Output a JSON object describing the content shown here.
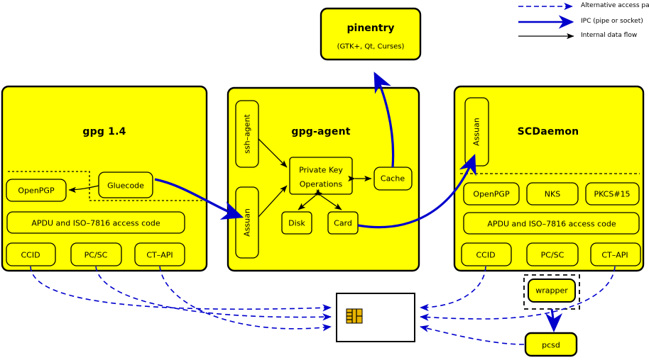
{
  "meta": {
    "title": "GnuPG smartcard access architecture",
    "colors": {
      "fill": "#ffff00",
      "stroke": "#000000",
      "ipc": "#0000cc",
      "alt_path": "#0000cc",
      "card_body": "#ffffff",
      "chip": "#e8b400"
    }
  },
  "legend": {
    "items": [
      {
        "id": "alt",
        "label": "Alternative access paths",
        "style": "dashed-blue-arrow"
      },
      {
        "id": "ipc",
        "label": "IPC (pipe or socket)",
        "style": "solid-blue-thick-arrow"
      },
      {
        "id": "flow",
        "label": "Internal data flow",
        "style": "solid-black-arrow"
      }
    ]
  },
  "pinentry": {
    "title": "pinentry",
    "subtitle": "(GTK+, Qt, Curses)"
  },
  "gpg": {
    "title": "gpg 1.4",
    "gluecode": "Gluecode",
    "openpgp": "OpenPGP",
    "apdu": "APDU and ISO–7816 access code",
    "readers": [
      "CCID",
      "PC/SC",
      "CT–API"
    ]
  },
  "agent": {
    "title": "gpg-agent",
    "ssh_agent": "ssh–agent",
    "assuan": "Assuan",
    "private_key_line1": "Private Key",
    "private_key_line2": "Operations",
    "cache": "Cache",
    "disk": "Disk",
    "card": "Card"
  },
  "scdaemon": {
    "title": "SCDaemon",
    "assuan": "Assuan",
    "apps": [
      "OpenPGP",
      "NKS",
      "PKCS#15"
    ],
    "apdu": "APDU and ISO–7816 access code",
    "readers": [
      "CCID",
      "PC/SC",
      "CT–API"
    ]
  },
  "bottom": {
    "wrapper": "wrapper",
    "pcsd": "pcsd",
    "smartcard": "smartcard"
  }
}
